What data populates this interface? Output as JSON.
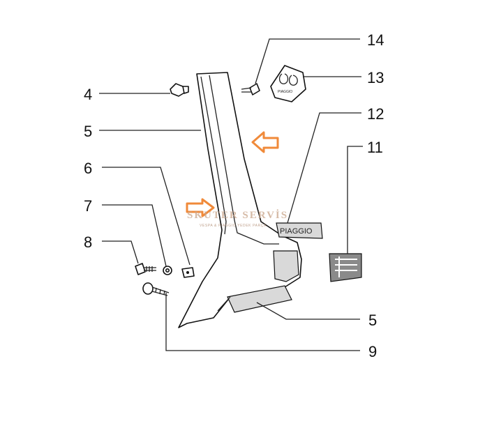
{
  "callouts": [
    {
      "id": "4",
      "label": "4"
    },
    {
      "id": "5a",
      "label": "5"
    },
    {
      "id": "6",
      "label": "6"
    },
    {
      "id": "7",
      "label": "7"
    },
    {
      "id": "8",
      "label": "8"
    },
    {
      "id": "9",
      "label": "9"
    },
    {
      "id": "5b",
      "label": "5"
    },
    {
      "id": "11",
      "label": "11"
    },
    {
      "id": "12",
      "label": "12"
    },
    {
      "id": "13",
      "label": "13"
    },
    {
      "id": "14",
      "label": "14"
    }
  ],
  "badge": {
    "text": "PIAGGIO"
  },
  "emblem": {
    "text": "PIAGGIO"
  },
  "watermark": {
    "title": "SKUTER SERVİS",
    "subtitle": "VESPA & PIAGGIO YEDEK PARÇA"
  },
  "colors": {
    "arrow": "#f08a3a",
    "line": "#222222",
    "watermark": "#c9a58a"
  }
}
